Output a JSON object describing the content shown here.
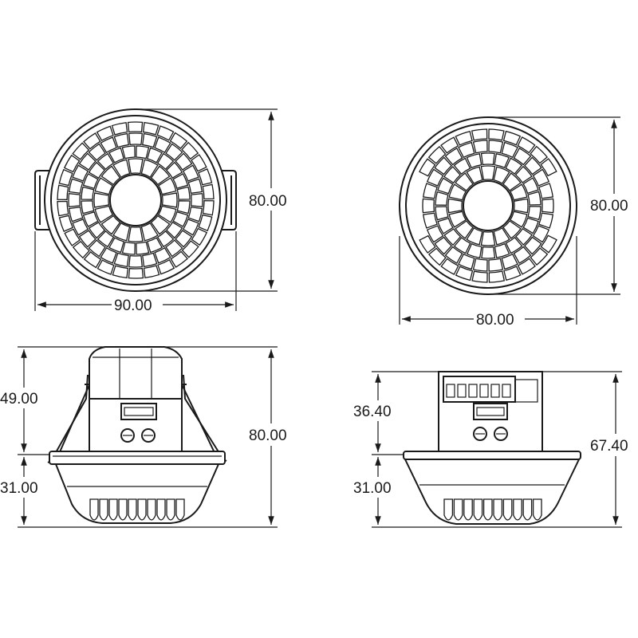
{
  "views": {
    "top_left": {
      "width_label": "90.00",
      "height_label": "80.00"
    },
    "top_right": {
      "width_label": "80.00",
      "height_label": "80.00"
    },
    "side_left": {
      "upper_label": "49.00",
      "lower_label": "31.00",
      "total_label": "80.00"
    },
    "side_right": {
      "upper_label": "36.40",
      "lower_label": "31.00",
      "total_label": "67.40"
    }
  },
  "colors": {
    "line": "#1a1a1a",
    "background": "#ffffff"
  },
  "icons": [
    "arrowhead",
    "screw-terminal",
    "lens-segment"
  ]
}
